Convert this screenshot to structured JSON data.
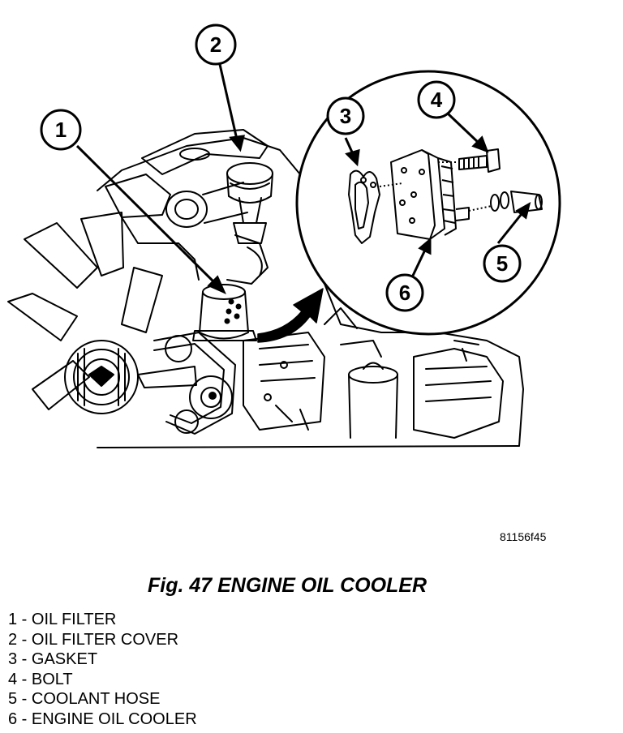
{
  "figure": {
    "caption": "Fig. 47 ENGINE OIL COOLER",
    "code": "81156f45"
  },
  "callouts": [
    {
      "number": "1",
      "part": "OIL FILTER"
    },
    {
      "number": "2",
      "part": "OIL FILTER COVER"
    },
    {
      "number": "3",
      "part": "GASKET"
    },
    {
      "number": "4",
      "part": "BOLT"
    },
    {
      "number": "5",
      "part": "COOLANT HOSE"
    },
    {
      "number": "6",
      "part": "ENGINE OIL COOLER"
    }
  ],
  "legend": [
    "1 - OIL FILTER",
    "2 - OIL FILTER COVER",
    "3 - GASKET",
    "4 - BOLT",
    "5 - COOLANT HOSE",
    "6 - ENGINE OIL COOLER"
  ],
  "icons": {
    "engine": "engine-illustration",
    "detail": "detail-magnifier-circle",
    "arrow": "curved-arrow"
  }
}
